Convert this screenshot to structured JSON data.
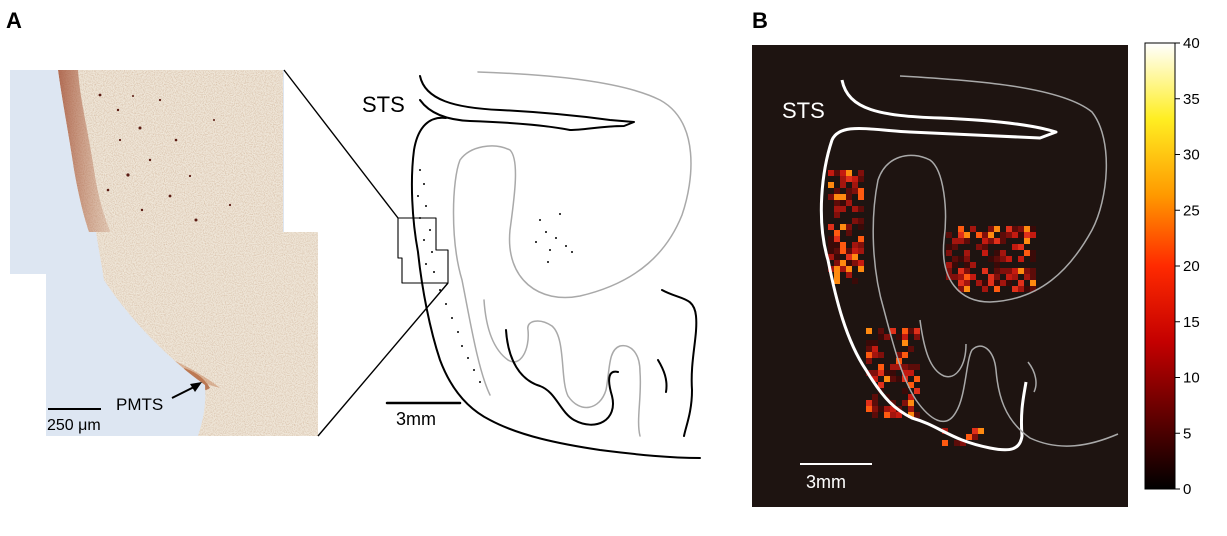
{
  "panel_a": {
    "letter": "A",
    "sulcus_label": "STS",
    "pit_label": "PMTS",
    "micro_scale": "250 μm",
    "diagram_scale": "3mm"
  },
  "panel_b": {
    "letter": "B",
    "sulcus_label": "STS",
    "scale": "3mm",
    "colorbar_ticks": [
      "0",
      "5",
      "10",
      "15",
      "20",
      "25",
      "30",
      "35",
      "40"
    ],
    "colorbar_range": [
      0,
      40
    ]
  },
  "colors": {
    "heatmap_background": "#1e1411",
    "contour_gray": "#a9a9a9",
    "stain_brown": "#8a3a22",
    "tissue_base": "#efe6d8",
    "slide_blue": "#dde6f2"
  }
}
